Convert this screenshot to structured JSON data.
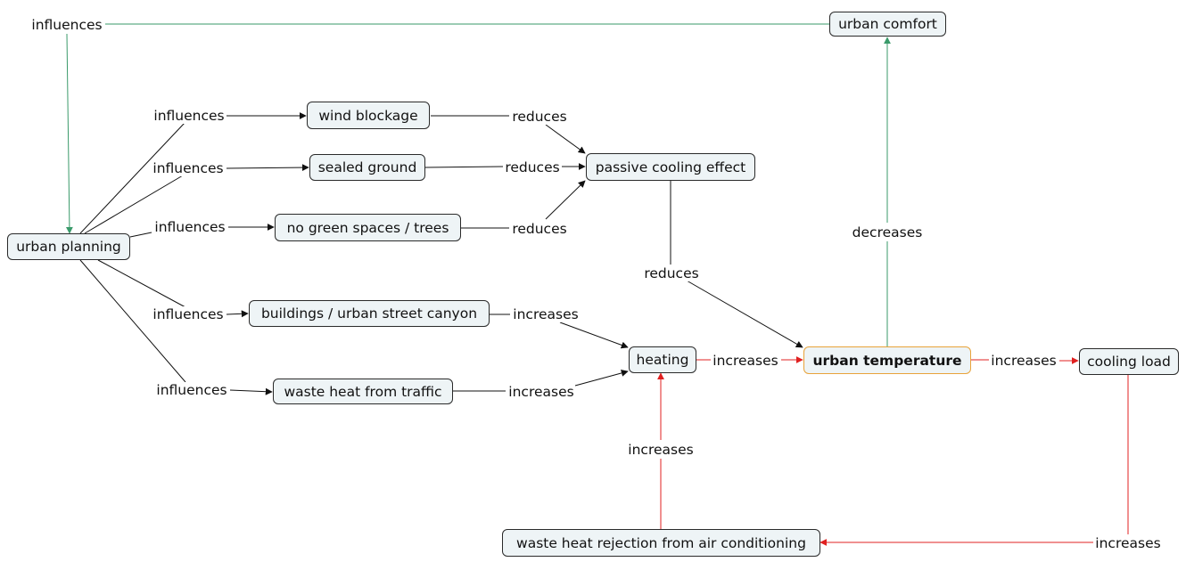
{
  "colors": {
    "black": "#111111",
    "green": "#3a9a6a",
    "red": "#e02020",
    "main_border": "#e8a33a"
  },
  "nodes": {
    "urban_comfort": "urban comfort",
    "urban_planning": "urban planning",
    "wind_blockage": "wind blockage",
    "sealed_ground": "sealed ground",
    "no_green": "no green spaces / trees",
    "buildings": "buildings / urban street canyon",
    "waste_heat_traffic": "waste heat from traffic",
    "passive_cooling": "passive cooling effect",
    "heating": "heating",
    "urban_temperature": "urban temperature",
    "cooling_load": "cooling load",
    "waste_heat_ac": "waste heat rejection from air conditioning"
  },
  "links": {
    "comfort_influences": "influences",
    "planning_wind": "influences",
    "planning_sealed": "influences",
    "planning_green": "influences",
    "planning_buildings": "influences",
    "planning_traffic": "influences",
    "wind_reduces": "reduces",
    "sealed_reduces": "reduces",
    "green_reduces": "reduces",
    "passive_reduces": "reduces",
    "buildings_increases": "increases",
    "traffic_increases": "increases",
    "heating_increases": "increases",
    "temp_increases": "increases",
    "temp_decreases": "decreases",
    "cooling_increases": "increases",
    "ac_increases": "increases"
  }
}
